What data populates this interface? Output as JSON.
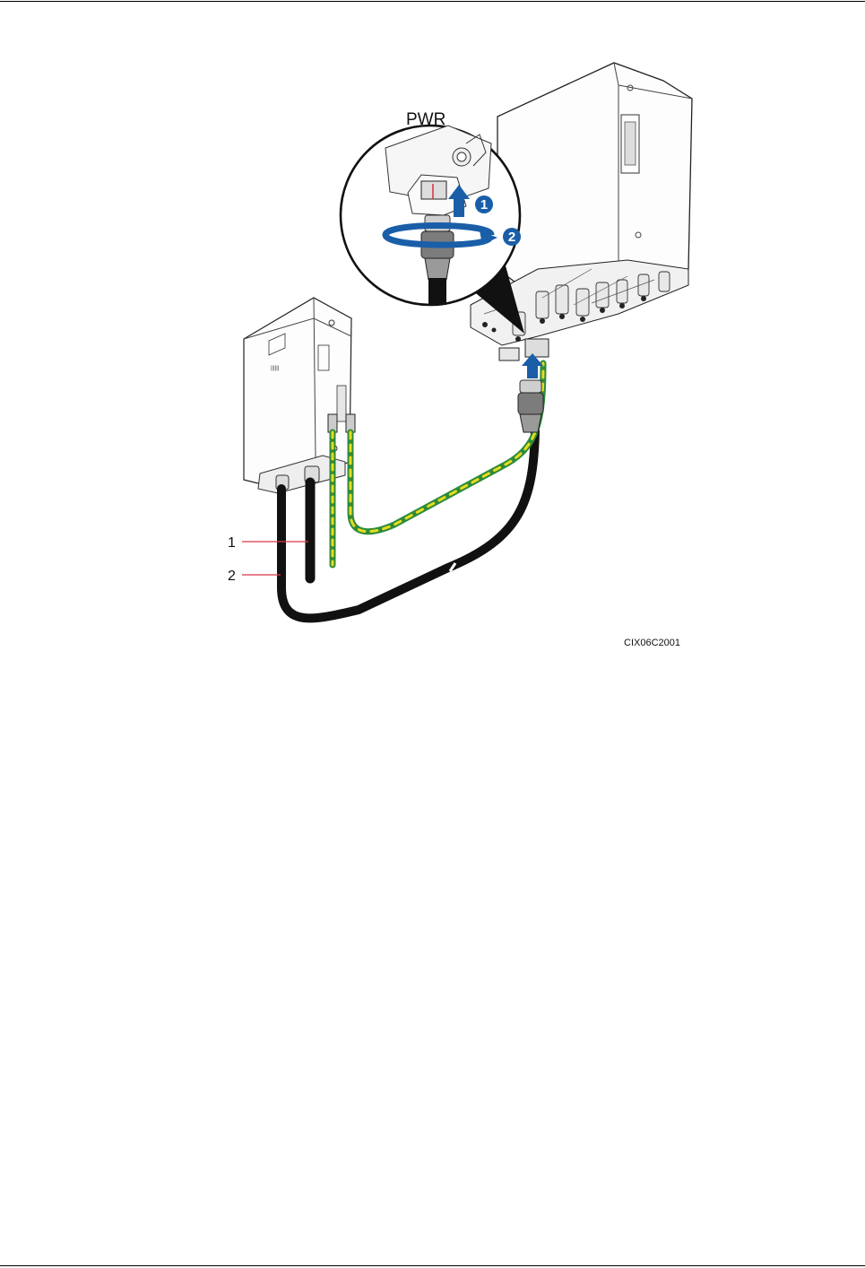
{
  "figure": {
    "zoom_label": "PWR",
    "steps": [
      "1",
      "2"
    ],
    "callouts": [
      "1",
      "2"
    ],
    "figure_code": "CIX06C2001"
  },
  "colors": {
    "step_blue": "#1a5ea8",
    "ground_green": "#2e8b3a",
    "ground_yellow": "#e6dc1e",
    "cable_black": "#111111",
    "callout_red": "#d9364a"
  }
}
